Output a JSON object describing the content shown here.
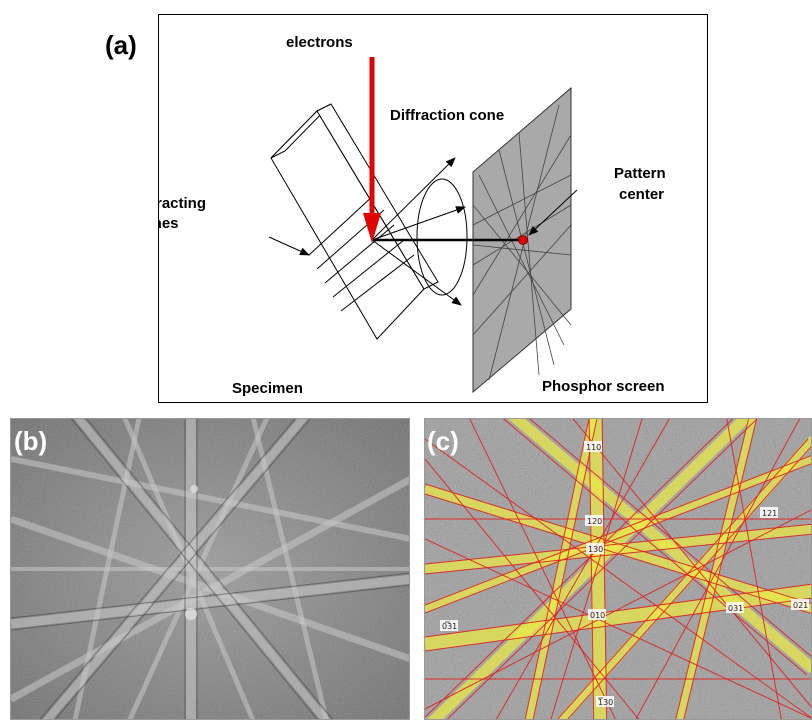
{
  "panel_a": {
    "label": "(a)",
    "electrons": "electrons",
    "diffraction_cone": "Diffraction cone",
    "diffracting_planes_1": "Diffracting",
    "diffracting_planes_2": "planes",
    "pattern_center_1": "Pattern",
    "pattern_center_2": "center",
    "specimen": "Specimen",
    "phosphor_screen": "Phosphor screen",
    "colors": {
      "beam": "#e00000",
      "screen": "#a8a8a8",
      "pattern_center": "#e00000"
    }
  },
  "panel_b": {
    "label": "(b)"
  },
  "panel_c": {
    "label": "(c)",
    "indices": {
      "i110": "110",
      "i120": "120",
      "i130": "130",
      "i010": "010",
      "i031": "031",
      "i031bar": "031",
      "i121": "121",
      "i021": "021",
      "i130bar": "130"
    },
    "colors": {
      "bands": "#e8e84a",
      "lines": "#e02020",
      "background": "#8a8a8a"
    }
  }
}
